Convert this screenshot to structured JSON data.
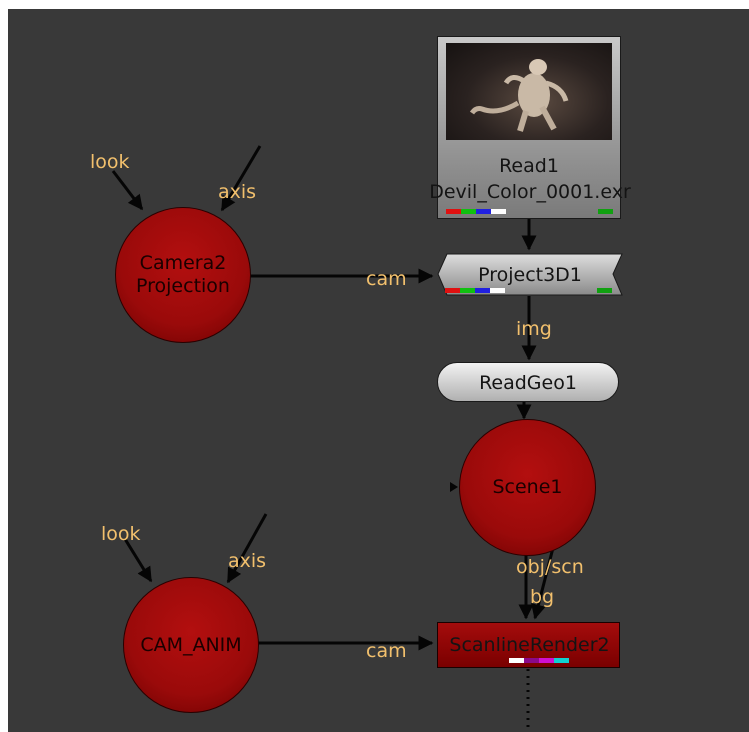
{
  "nodes": {
    "read": {
      "title": "Read1",
      "file": "Devil_Color_0001.exr",
      "thumbnail": "creature-render-thumbnail"
    },
    "project3d": {
      "title": "Project3D1"
    },
    "readgeo": {
      "title": "ReadGeo1"
    },
    "scene": {
      "title": "Scene1"
    },
    "scanline": {
      "title": "ScanlineRender2"
    },
    "camera_projection": {
      "line1": "Camera2",
      "line2": "Projection"
    },
    "cam_anim": {
      "title": "CAM_ANIM"
    }
  },
  "pipes": {
    "cam": "cam",
    "img": "img",
    "look": "look",
    "axis": "axis",
    "obj_scn": "obj/scn",
    "bg": "bg"
  },
  "colors": {
    "background": "#393939",
    "pipe_label": "#f2c06d",
    "node_red": "#9a0a0a",
    "channel_red": "#e01010",
    "channel_green": "#10c010",
    "channel_blue": "#2020e0",
    "channel_white": "#ffffff",
    "channel_magenta": "#d010d0",
    "channel_cyan": "#10d0d0"
  }
}
